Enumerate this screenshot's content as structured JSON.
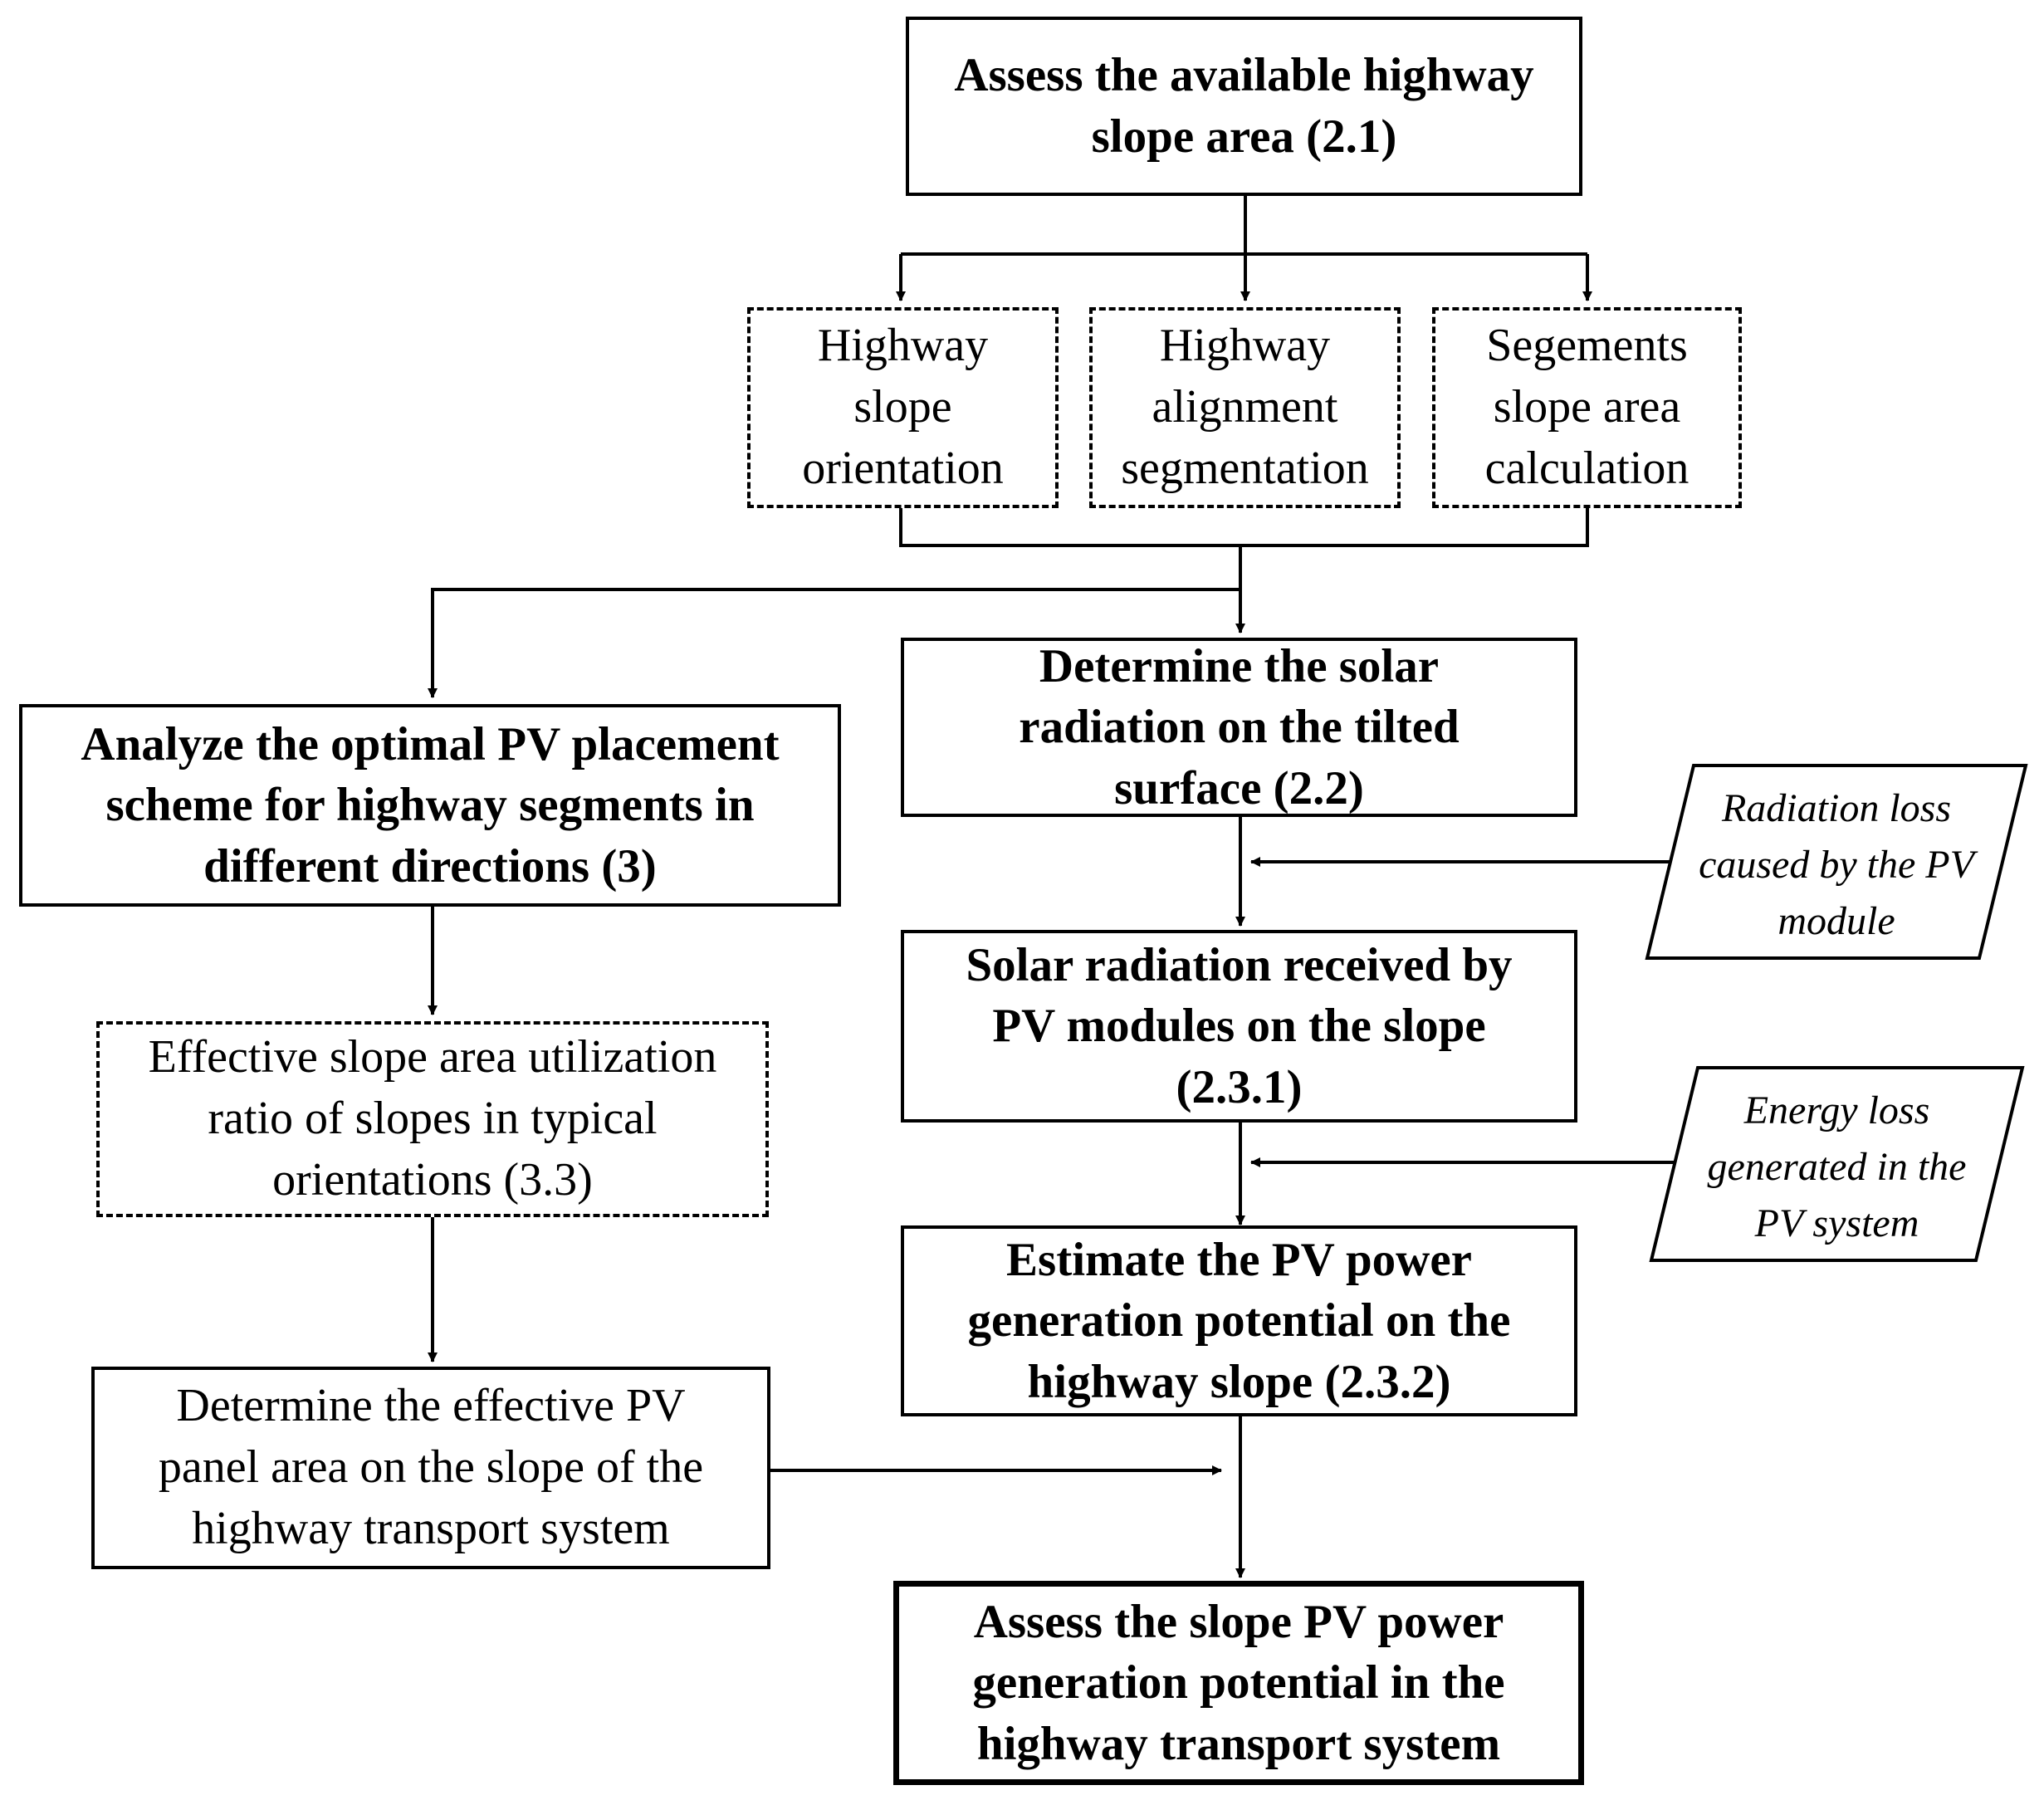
{
  "nodes": {
    "assess_area": "Assess the available highway\nslope area (2.1)",
    "slope_orientation": "Highway\nslope\norientation",
    "alignment_segmentation": "Highway\nalignment\nsegmentation",
    "segments_area": "Segements\nslope area\ncalculation",
    "analyze_placement": "Analyze the optimal PV placement\nscheme for highway segments in\ndifferent directions (3)",
    "effective_ratio": "Effective slope area utilization\nratio of slopes in typical\norientations (3.3)",
    "effective_panel_area": "Determine the effective PV\npanel area on the slope of the\nhighway transport system",
    "solar_radiation": "Determine the solar\nradiation on the tilted\nsurface (2.2)",
    "received_radiation": "Solar radiation received by\nPV modules on the slope\n(2.3.1)",
    "estimate_potential": "Estimate the PV power\ngeneration potential on the\nhighway slope (2.3.2)",
    "assess_potential": "Assess the slope PV power\ngeneration potential in the\nhighway transport system"
  },
  "inputs": {
    "radiation_loss": "Radiation loss\ncaused by the PV\nmodule",
    "energy_loss": "Energy loss\ngenerated in the\nPV system"
  }
}
